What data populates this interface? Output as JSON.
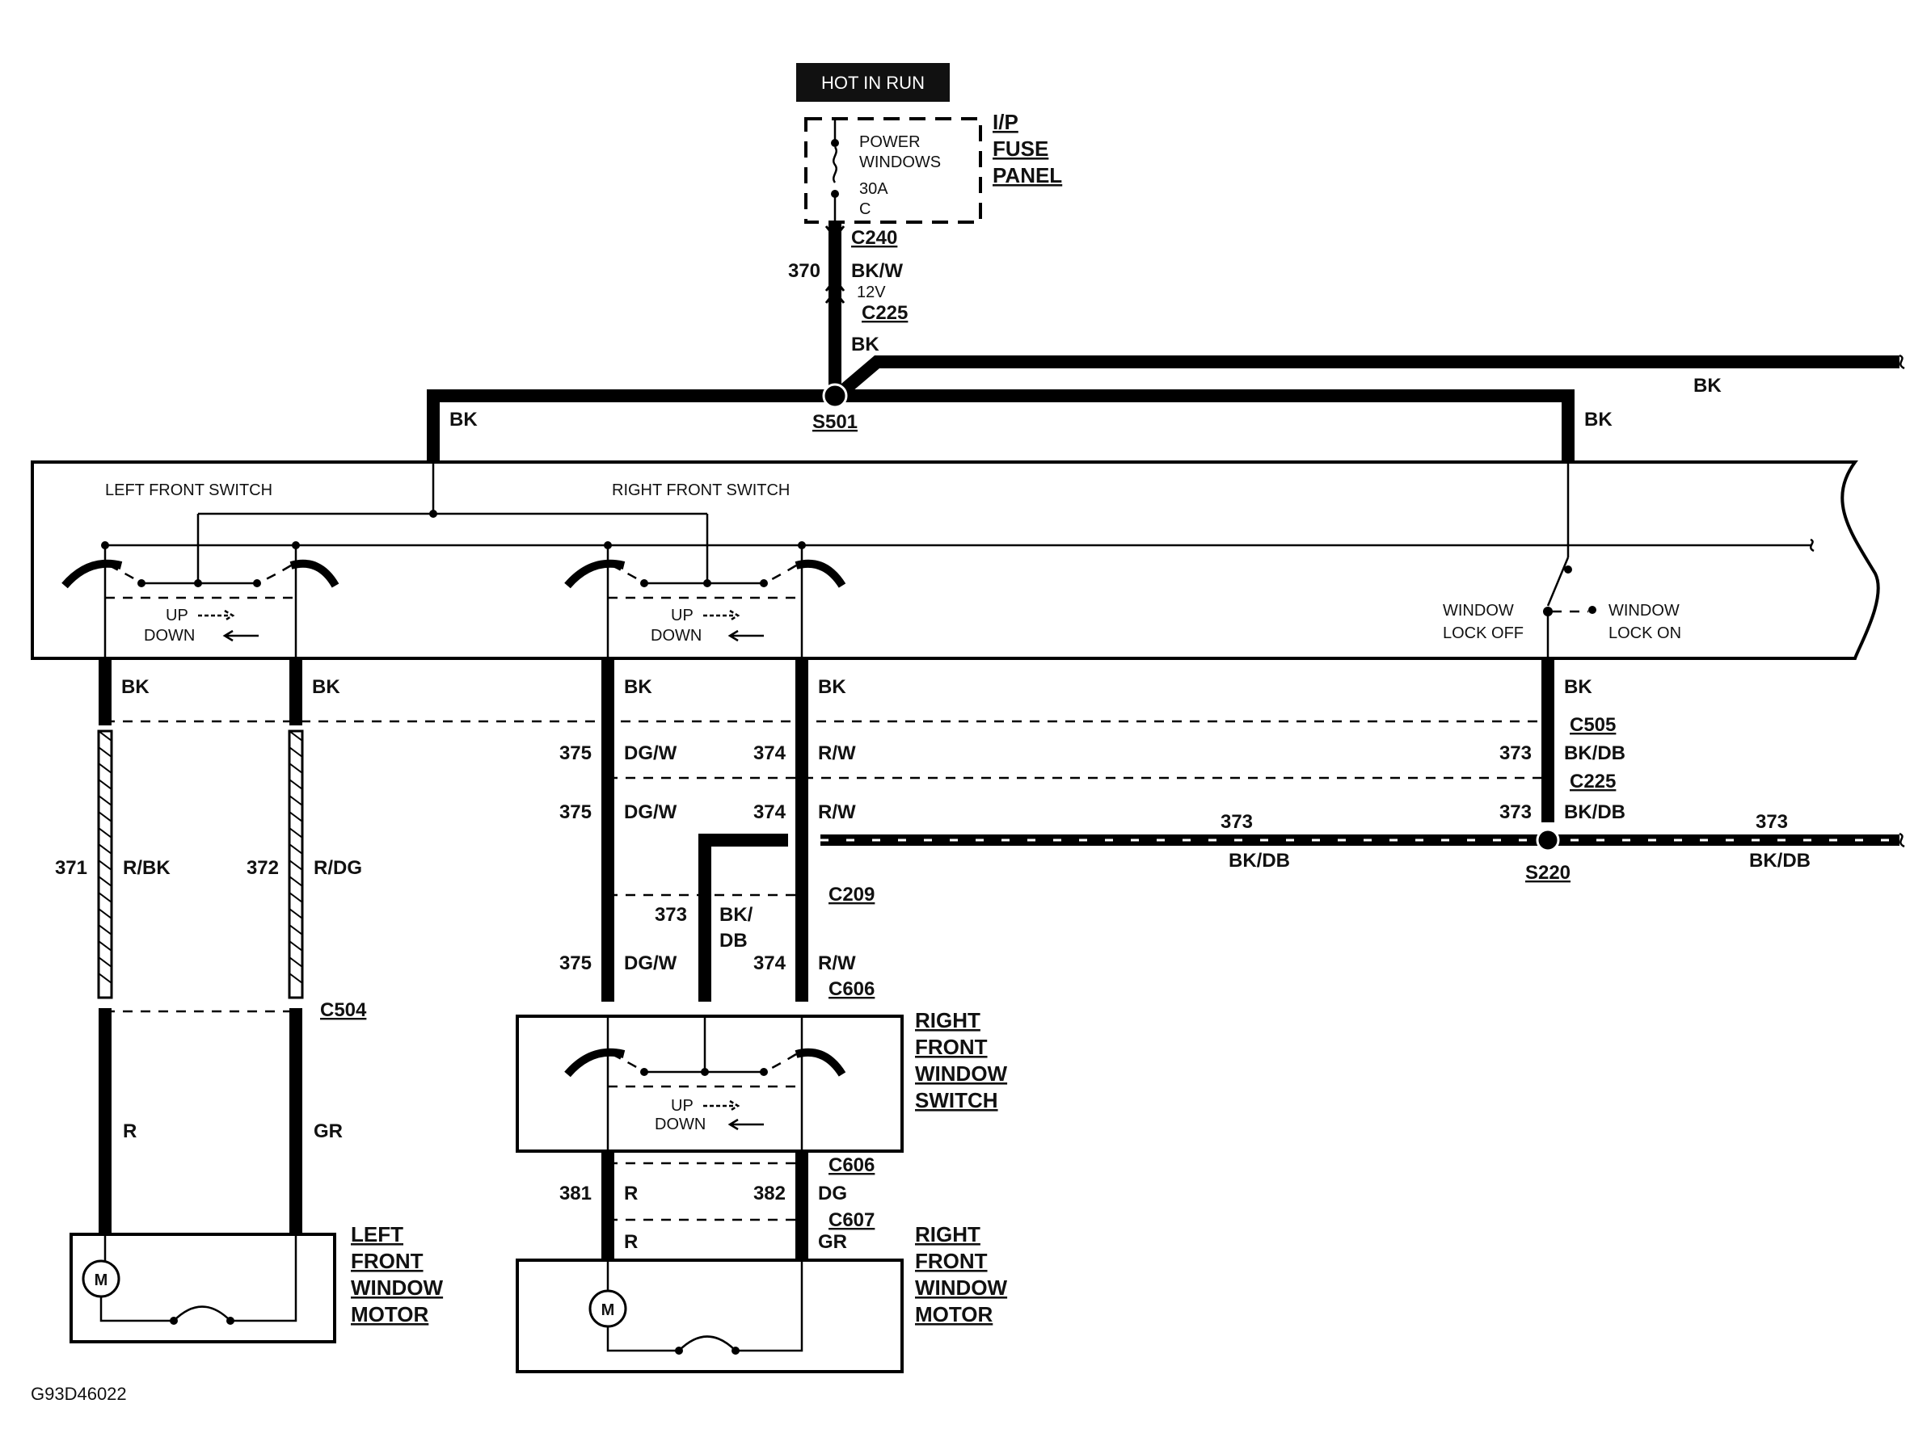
{
  "power_source": {
    "label": "HOT IN RUN"
  },
  "fuse_panel": {
    "name_lines": [
      "I/P",
      "FUSE",
      "PANEL"
    ],
    "fuse_lines": [
      "POWER",
      "WINDOWS",
      "30A",
      "C"
    ]
  },
  "connectors": {
    "c240": "C240",
    "c225_top": "C225",
    "s501": "S501",
    "c505": "C505",
    "c225_right": "C225",
    "s220": "S220",
    "c209": "C209",
    "c606_top": "C606",
    "c504": "C504",
    "c606_bottom": "C606",
    "c607": "C607"
  },
  "wires": {
    "w370": "370",
    "bk_w": "BK/W",
    "volt12": "12V",
    "bk": "BK",
    "w375": "375",
    "dg_w": "DG/W",
    "w374": "374",
    "r_w": "R/W",
    "w373": "373",
    "bk_db": "BK/DB",
    "bk_slash": "BK/",
    "db": "DB",
    "w371": "371",
    "r_bk": "R/BK",
    "w372": "372",
    "r_dg": "R/DG",
    "r": "R",
    "gr": "GR",
    "w381": "381",
    "w382": "382",
    "dg": "DG"
  },
  "switch_module": {
    "left_switch": "LEFT FRONT SWITCH",
    "right_switch": "RIGHT FRONT SWITCH",
    "up": "UP",
    "down": "DOWN",
    "window_lock_off": [
      "WINDOW",
      "LOCK OFF"
    ],
    "window_lock_on": [
      "WINDOW",
      "LOCK ON"
    ]
  },
  "components": {
    "right_front_window_switch": [
      "RIGHT",
      "FRONT",
      "WINDOW",
      "SWITCH"
    ],
    "left_front_window_motor": [
      "LEFT",
      "FRONT",
      "WINDOW",
      "MOTOR"
    ],
    "right_front_window_motor": [
      "RIGHT",
      "FRONT",
      "WINDOW",
      "MOTOR"
    ],
    "motor_symbol": "M"
  },
  "figure_id": "G93D46022"
}
